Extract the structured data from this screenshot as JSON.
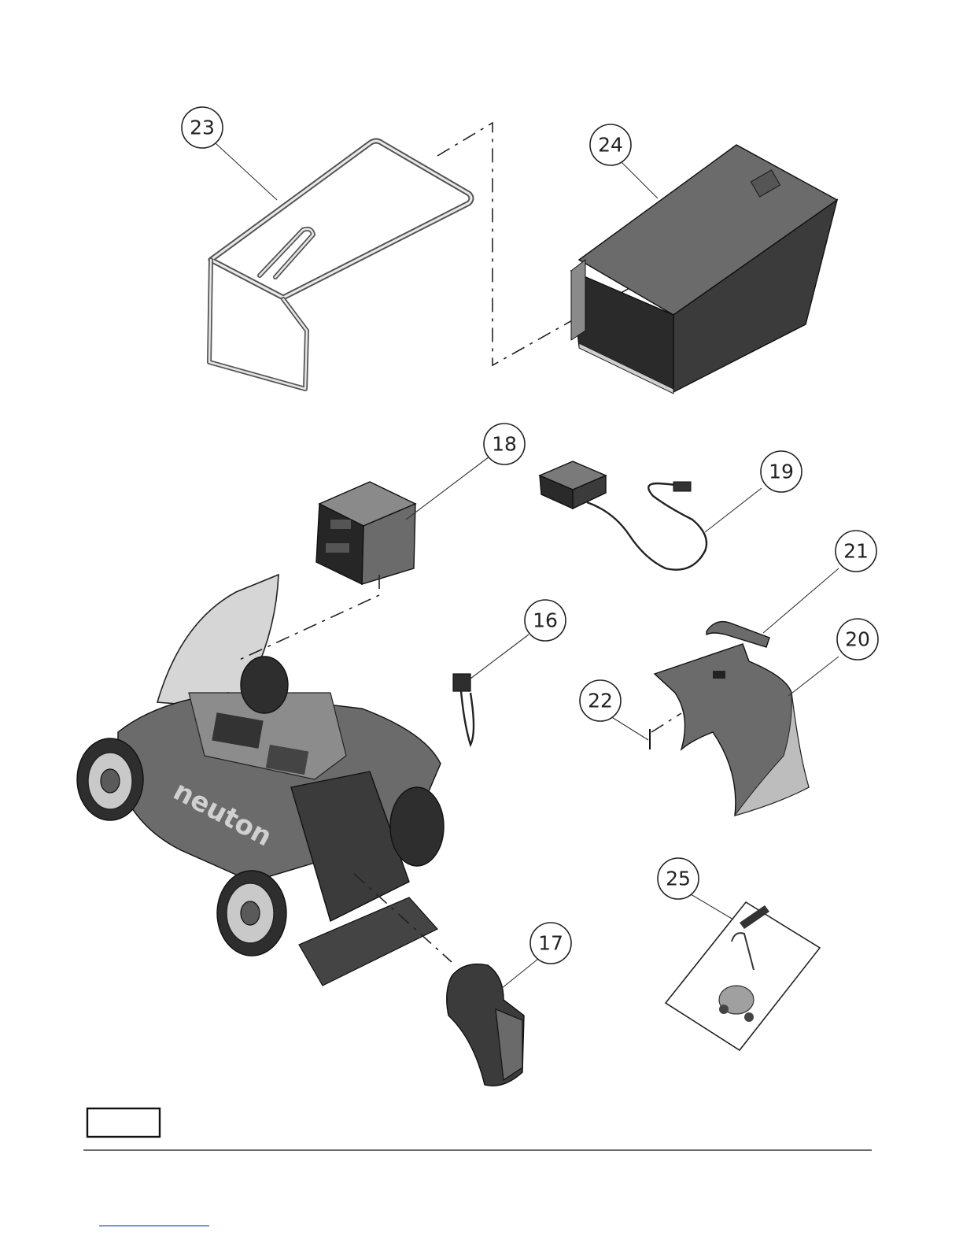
{
  "callouts": [
    {
      "id": "23",
      "label": "23"
    },
    {
      "id": "24",
      "label": "24"
    },
    {
      "id": "18",
      "label": "18"
    },
    {
      "id": "19",
      "label": "19"
    },
    {
      "id": "21",
      "label": "21"
    },
    {
      "id": "20",
      "label": "20"
    },
    {
      "id": "16",
      "label": "16"
    },
    {
      "id": "22",
      "label": "22"
    },
    {
      "id": "25",
      "label": "25"
    },
    {
      "id": "17",
      "label": "17"
    }
  ],
  "mower": {
    "brand_text": "neuton"
  },
  "colors": {
    "line": "#222222",
    "part_dark": "#3b3b3b",
    "part_mid": "#6b6b6b",
    "link": "#3355cc"
  }
}
